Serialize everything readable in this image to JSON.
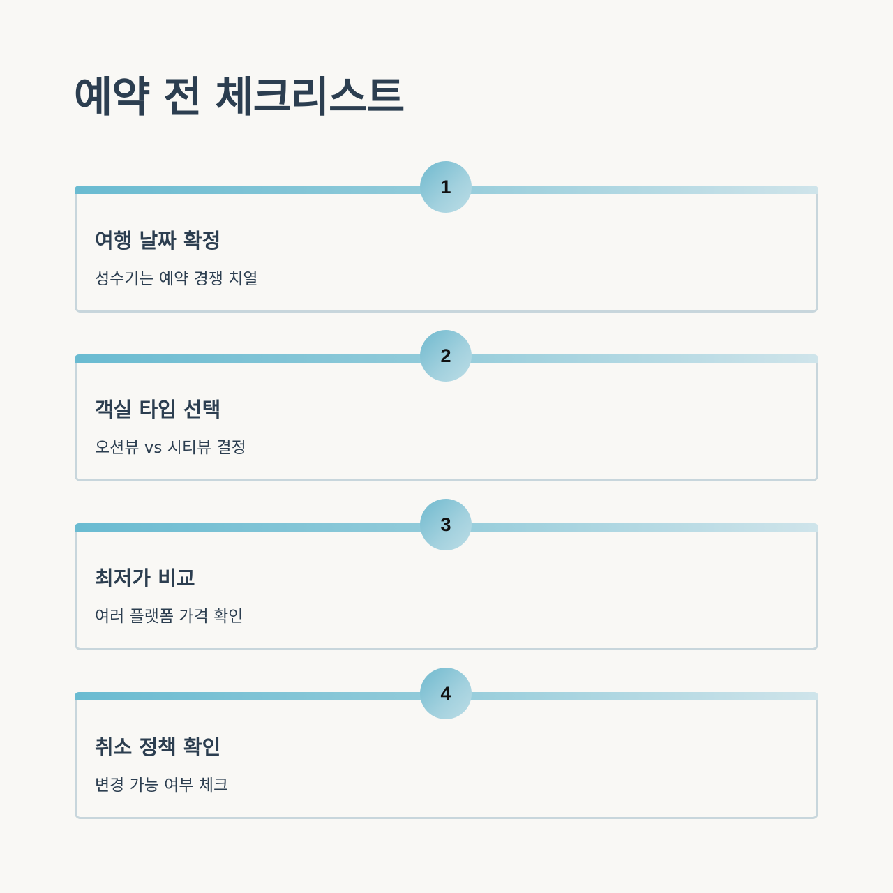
{
  "title": "예약 전 체크리스트",
  "items": [
    {
      "number": "1",
      "title": "여행 날짜 확정",
      "description": "성수기는 예약 경쟁 치열"
    },
    {
      "number": "2",
      "title": "객실 타입 선택",
      "description": "오션뷰 vs 시티뷰 결정"
    },
    {
      "number": "3",
      "title": "최저가 비교",
      "description": "여러 플랫폼 가격 확인"
    },
    {
      "number": "4",
      "title": "취소 정책 확인",
      "description": "변경 가능 여부 체크"
    }
  ],
  "colors": {
    "background": "#f9f8f5",
    "text": "#2c3e50",
    "accent": "#6abbd1",
    "border": "#c8d6dc"
  }
}
